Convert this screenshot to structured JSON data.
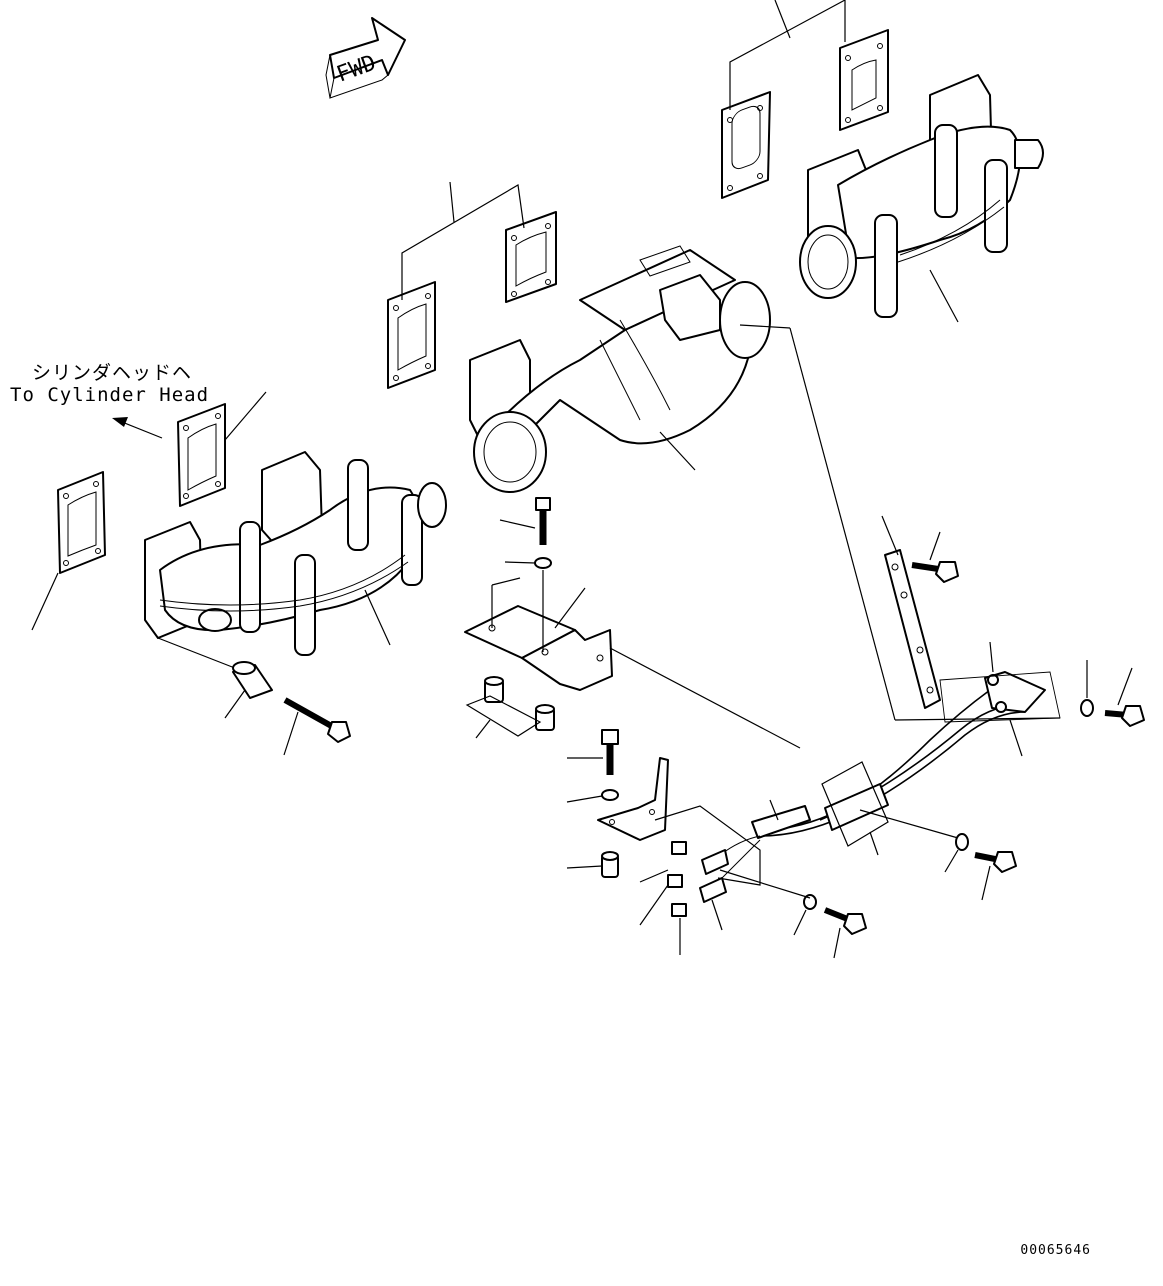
{
  "labels": {
    "cylinder_head_jp": "シリンダヘッドヘ",
    "cylinder_head_en": "To Cylinder Head",
    "fwd_arrow": "FWD",
    "drawing_number": "00065646"
  },
  "icons": {
    "direction": "arrow-icon",
    "forward": "fwd-arrow-icon"
  }
}
